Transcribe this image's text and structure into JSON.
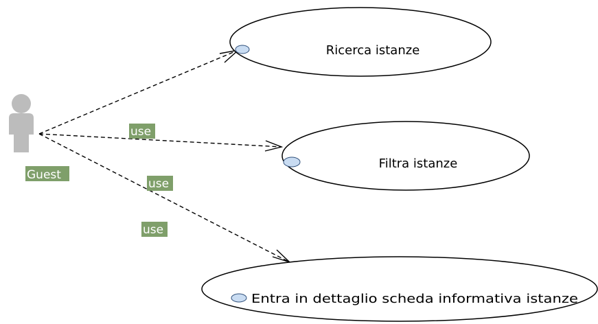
{
  "actor": {
    "name": "Guest",
    "label_bg": "#7f9f6a",
    "figure_color": "#bcbcbc"
  },
  "use_cases": [
    {
      "label": "Ricerca istanze"
    },
    {
      "label": "Filtra istanze"
    },
    {
      "label": "Entra in dettaglio scheda informativa istanze"
    }
  ],
  "relations": [
    {
      "label": "use"
    },
    {
      "label": "use"
    },
    {
      "label": "use"
    }
  ],
  "colors": {
    "usecase_icon_fill": "#c9dcf2",
    "usecase_icon_stroke": "#2f4f7a",
    "tag_bg": "#7f9f6a"
  }
}
